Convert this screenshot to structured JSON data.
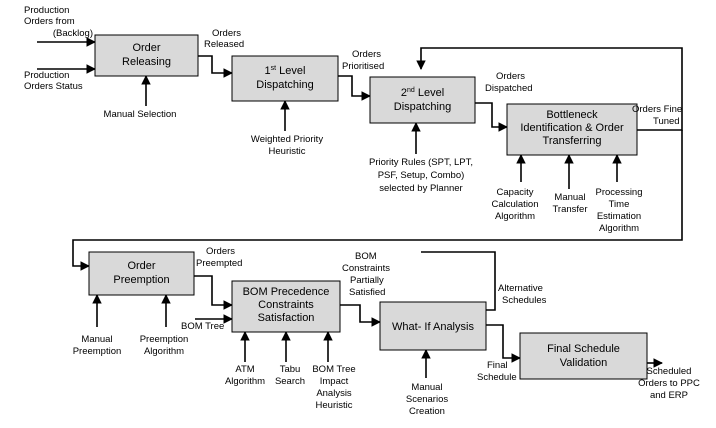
{
  "boxes": {
    "order_releasing": [
      "Order",
      "Releasing"
    ],
    "first_level": {
      "num": "1",
      "sup": "st",
      "rest": " Level",
      "line2": "Dispatching"
    },
    "second_level": {
      "num": "2",
      "sup": "nd",
      "rest": " Level",
      "line2": "Dispatching"
    },
    "bottleneck": [
      "Bottleneck",
      "Identification & Order",
      "Transferring"
    ],
    "order_preemption": [
      "Order",
      "Preemption"
    ],
    "bom_precedence": [
      "BOM Precedence",
      "Constraints",
      "Satisfaction"
    ],
    "what_if": [
      "What- If Analysis"
    ],
    "final_schedule": [
      "Final Schedule",
      "Validation"
    ]
  },
  "labels": {
    "production_orders_backlog": [
      "Production",
      "Orders from",
      "(Backlog)"
    ],
    "production_orders_status": [
      "Production",
      "Orders Status"
    ],
    "manual_selection": [
      "Manual Selection"
    ],
    "orders_released": [
      "Orders",
      "Released"
    ],
    "weighted_priority": [
      "Weighted Priority",
      "Heuristic"
    ],
    "orders_prioritised": [
      "Orders",
      "Prioritised"
    ],
    "priority_rules": [
      "Priority Rules (SPT, LPT,",
      "PSF, Setup, Combo)",
      "selected by Planner"
    ],
    "orders_dispatched": [
      "Orders",
      "Dispatched"
    ],
    "orders_fine_tuned": [
      "Orders Fine",
      "Tuned"
    ],
    "capacity_calc": [
      "Capacity",
      "Calculation",
      "Algorithm"
    ],
    "manual_transfer": [
      "Manual",
      "Transfer"
    ],
    "processing_time": [
      "Processing",
      "Time",
      "Estimation",
      "Algorithm"
    ],
    "orders_preempted": [
      "Orders",
      "Preempted"
    ],
    "manual_preemption": [
      "Manual",
      "Preemption"
    ],
    "preemption_algorithm": [
      "Preemption",
      "Algorithm"
    ],
    "bom_tree": [
      "BOM Tree"
    ],
    "bom_constraints": [
      "BOM",
      "Constraints",
      "Partially",
      "Satisfied"
    ],
    "alternative_schedules": [
      "Alternative",
      "Schedules"
    ],
    "atm_algorithm": [
      "ATM",
      "Algorithm"
    ],
    "tabu_search": [
      "Tabu",
      "Search"
    ],
    "bom_tree_impact": [
      "BOM Tree",
      "Impact",
      "Analysis",
      "Heuristic"
    ],
    "manual_scenarios": [
      "Manual",
      "Scenarios",
      "Creation"
    ],
    "final_schedule_lbl": [
      "Final",
      "Schedule"
    ],
    "scheduled_orders": [
      "Scheduled",
      "Orders to PPC",
      "and ERP"
    ]
  }
}
